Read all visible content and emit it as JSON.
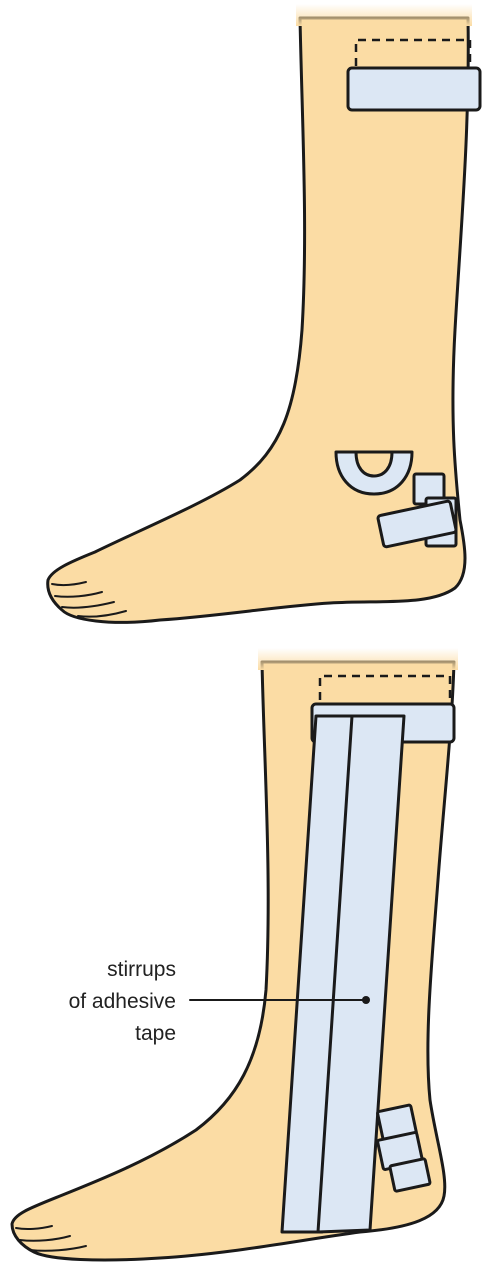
{
  "figure": {
    "colors": {
      "skin": "#FBDCA4",
      "tape": "#DCE7F4",
      "outline": "#1a1a1a",
      "label": "#222222"
    },
    "annotation": {
      "lines": [
        "stirrups",
        "of adhesive",
        "tape"
      ]
    }
  }
}
